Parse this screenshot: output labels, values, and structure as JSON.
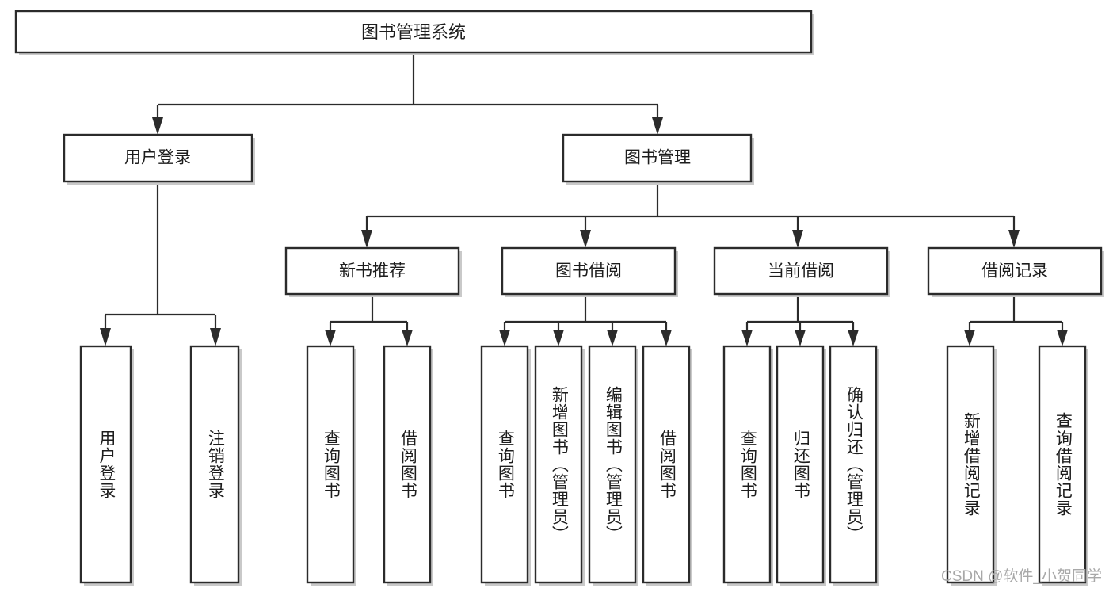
{
  "diagram": {
    "type": "tree-hierarchy-chart",
    "title": "图书管理系统",
    "watermark": "CSDN @软件_小贺同学",
    "colors": {
      "box_stroke": "#2b2b2b",
      "box_fill": "#ffffff",
      "connector": "#2b2b2b",
      "text": "#1d1d1d",
      "shadow": "#c9c9c9",
      "watermark": "#a8a8a8",
      "background": "#ffffff"
    },
    "levels": {
      "root": {
        "label": "图书管理系统"
      },
      "level2": [
        {
          "id": "user-login",
          "label": "用户登录"
        },
        {
          "id": "book-management",
          "label": "图书管理"
        }
      ],
      "level3": [
        {
          "id": "new-book-recommend",
          "label": "新书推荐",
          "parent": "book-management"
        },
        {
          "id": "book-borrow",
          "label": "图书借阅",
          "parent": "book-management"
        },
        {
          "id": "current-borrow",
          "label": "当前借阅",
          "parent": "book-management"
        },
        {
          "id": "borrow-record",
          "label": "借阅记录",
          "parent": "book-management"
        }
      ],
      "leaves": [
        {
          "id": "leaf-user-login",
          "label": "用户登录",
          "parent": "user-login"
        },
        {
          "id": "leaf-logout",
          "label": "注销登录",
          "parent": "user-login"
        },
        {
          "id": "leaf-query-book-1",
          "label": "查询图书",
          "parent": "new-book-recommend"
        },
        {
          "id": "leaf-borrow-book-1",
          "label": "借阅图书",
          "parent": "new-book-recommend"
        },
        {
          "id": "leaf-query-book-2",
          "label": "查询图书",
          "parent": "book-borrow"
        },
        {
          "id": "leaf-add-book",
          "label": "新增图书（管理员）",
          "parent": "book-borrow"
        },
        {
          "id": "leaf-edit-book",
          "label": "编辑图书（管理员）",
          "parent": "book-borrow"
        },
        {
          "id": "leaf-borrow-book-2",
          "label": "借阅图书",
          "parent": "book-borrow"
        },
        {
          "id": "leaf-query-book-3",
          "label": "查询图书",
          "parent": "current-borrow"
        },
        {
          "id": "leaf-return-book",
          "label": "归还图书",
          "parent": "current-borrow"
        },
        {
          "id": "leaf-confirm-return",
          "label": "确认归还（管理员）",
          "parent": "current-borrow"
        },
        {
          "id": "leaf-add-record",
          "label": "新增借阅记录",
          "parent": "borrow-record"
        },
        {
          "id": "leaf-query-record",
          "label": "查询借阅记录",
          "parent": "borrow-record"
        }
      ]
    }
  }
}
